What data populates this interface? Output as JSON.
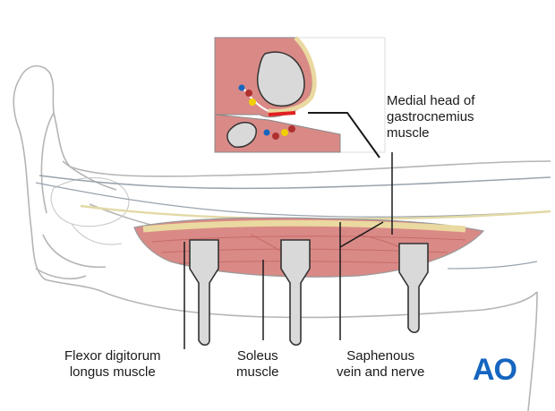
{
  "labels": {
    "gastrocnemius": [
      "Medial head of",
      "gastrocnemius",
      "muscle"
    ],
    "flexor": [
      "Flexor digitorum",
      "longus muscle"
    ],
    "soleus": [
      "Soleus",
      "muscle"
    ],
    "saphenous": [
      "Saphenous",
      "vein and nerve"
    ]
  },
  "logo": "AO",
  "colors": {
    "muscle": "#d98a86",
    "muscle_dark": "#c76b6a",
    "outline": "#aaaaaa",
    "leader": "#1a1a1a",
    "logo": "#1565c0",
    "nerve": "#e3d9a6",
    "retractor": "#d9d9d9"
  }
}
